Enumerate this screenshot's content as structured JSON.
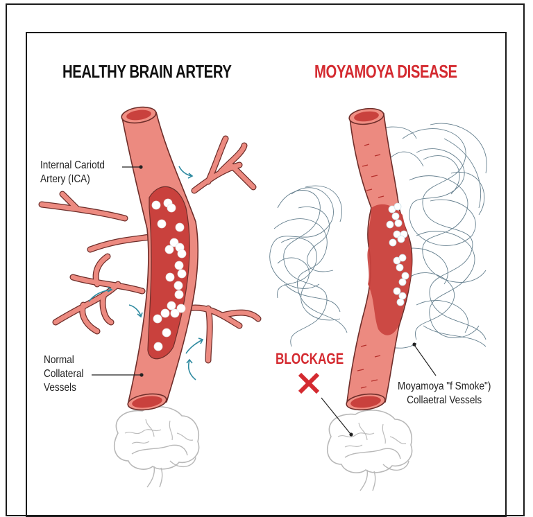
{
  "titles": {
    "left": "HEALTHY BRAIN ARTERY",
    "right": "MOYAMOYA DISEASE"
  },
  "labels": {
    "ica_line1": "Internal Cariotd",
    "ica_line2": "Artery (ICA)",
    "normal_line1": "Normal",
    "normal_line2": "Collateral",
    "normal_line3": "Vessels",
    "blockage": "BLOCKAGE",
    "moyamoya_line1": "Moyamoya \"f Smoke\")",
    "moyamoya_line2": "Collaetral Vessels"
  },
  "icons": {
    "blockage_marker": "x-mark-icon",
    "brain_left": "brain-icon",
    "brain_right": "brain-icon",
    "flow_arrows": "curved-arrow-icon"
  },
  "colors": {
    "artery_wall": "#ec8a80",
    "artery_outline": "#6e2e2a",
    "blood_inner": "#c9413d",
    "blood_cell": "#ffffff",
    "smoke_vessels": "#4c6b7c",
    "flow_arrow": "#2e8aa0",
    "title_red": "#d42a30",
    "title_black": "#111111",
    "brain_outline": "#b8b8b8"
  }
}
